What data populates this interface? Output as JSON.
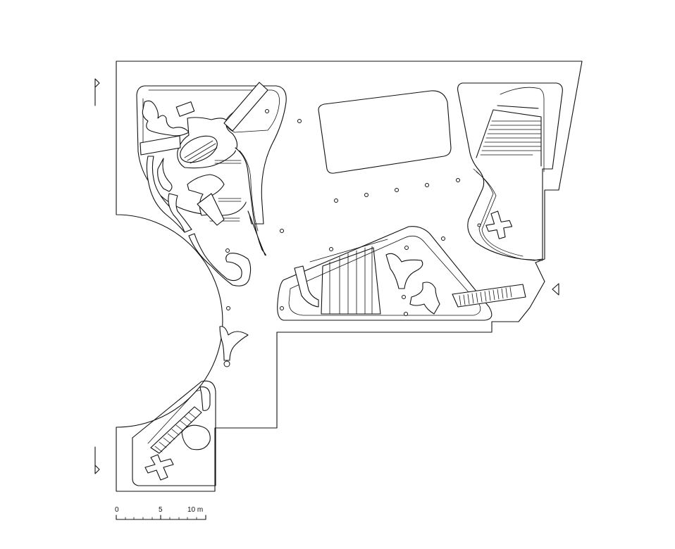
{
  "scale_bar": {
    "tick_0": "0",
    "tick_5": "5",
    "tick_10": "10 m"
  }
}
